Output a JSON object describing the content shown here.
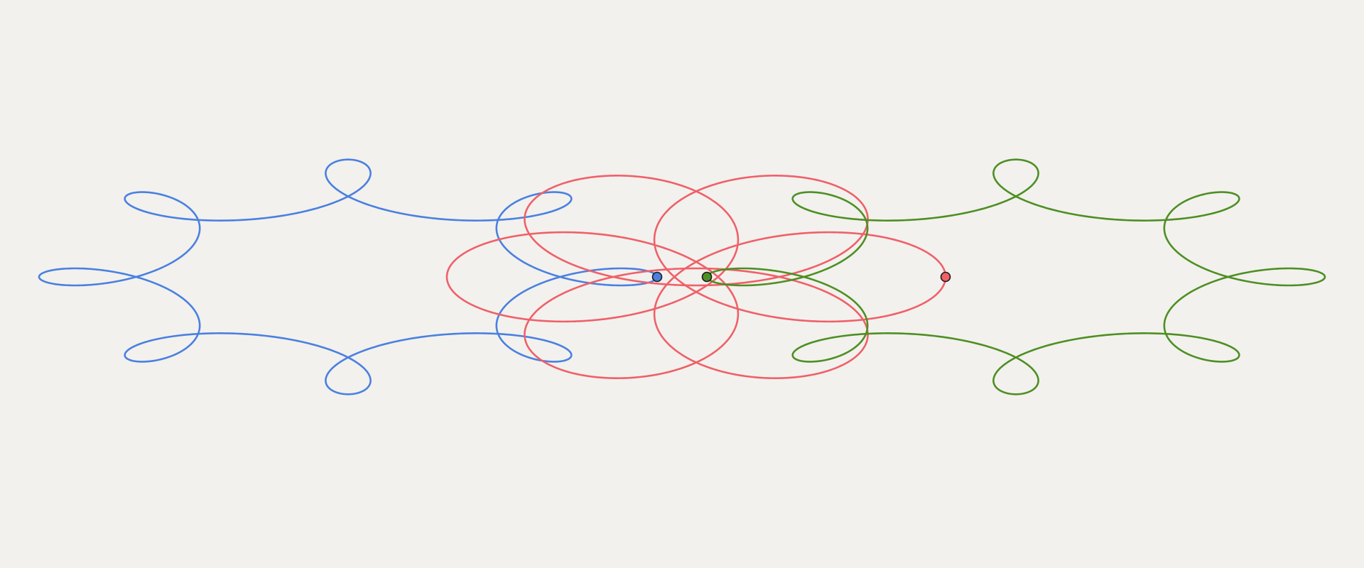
{
  "figures": [
    {
      "name": "blue-orbit-figure",
      "color": "#4a80e0",
      "curve": "hypotrochoid-orbit",
      "marker": "start-point-dot"
    },
    {
      "name": "red-orbit-figure",
      "color": "#f06068",
      "curve": "hypotrochoid-orbit",
      "marker": "start-point-dot"
    },
    {
      "name": "green-orbit-figure",
      "color": "#4e8f22",
      "curve": "hypotrochoid-orbit",
      "marker": "start-point-dot"
    }
  ]
}
